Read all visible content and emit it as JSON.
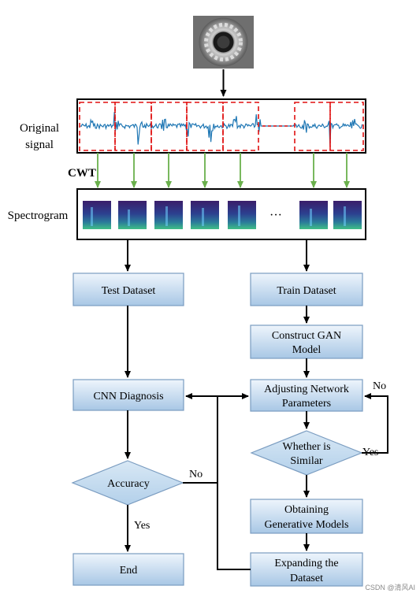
{
  "labels": {
    "original_signal_line1": "Original",
    "original_signal_line2": "signal",
    "cwt": "CWT",
    "spectrogram": "Spectrogram",
    "ellipsis": "···"
  },
  "boxes": {
    "test_dataset": "Test Dataset",
    "train_dataset": "Train Dataset",
    "construct_gan_line1": "Construct GAN",
    "construct_gan_line2": "Model",
    "cnn_diagnosis": "CNN Diagnosis",
    "adjusting_line1": "Adjusting Network",
    "adjusting_line2": "Parameters",
    "obtaining_line1": "Obtaining",
    "obtaining_line2": "Generative Models",
    "end": "End",
    "expanding_line1": "Expanding the",
    "expanding_line2": "Dataset"
  },
  "decisions": {
    "accuracy": "Accuracy",
    "similar_line1": "Whether is",
    "similar_line2": "Similar"
  },
  "edge_labels": {
    "no_accuracy": "No",
    "yes_accuracy": "Yes",
    "no_adjusting": "No",
    "yes_similar": "Yes"
  },
  "watermark": "CSDN @清风AI",
  "colors": {
    "box_fill_top": "#eaf3fb",
    "box_fill_bottom": "#a9c8e6",
    "box_stroke": "#7a9cc0",
    "diamond_fill": "#c4dcef",
    "signal_blue": "#1f77b4",
    "dashed_red": "#e01010",
    "arrow_green": "#6ab04c",
    "spectro_purple": "#3d1f6e"
  }
}
